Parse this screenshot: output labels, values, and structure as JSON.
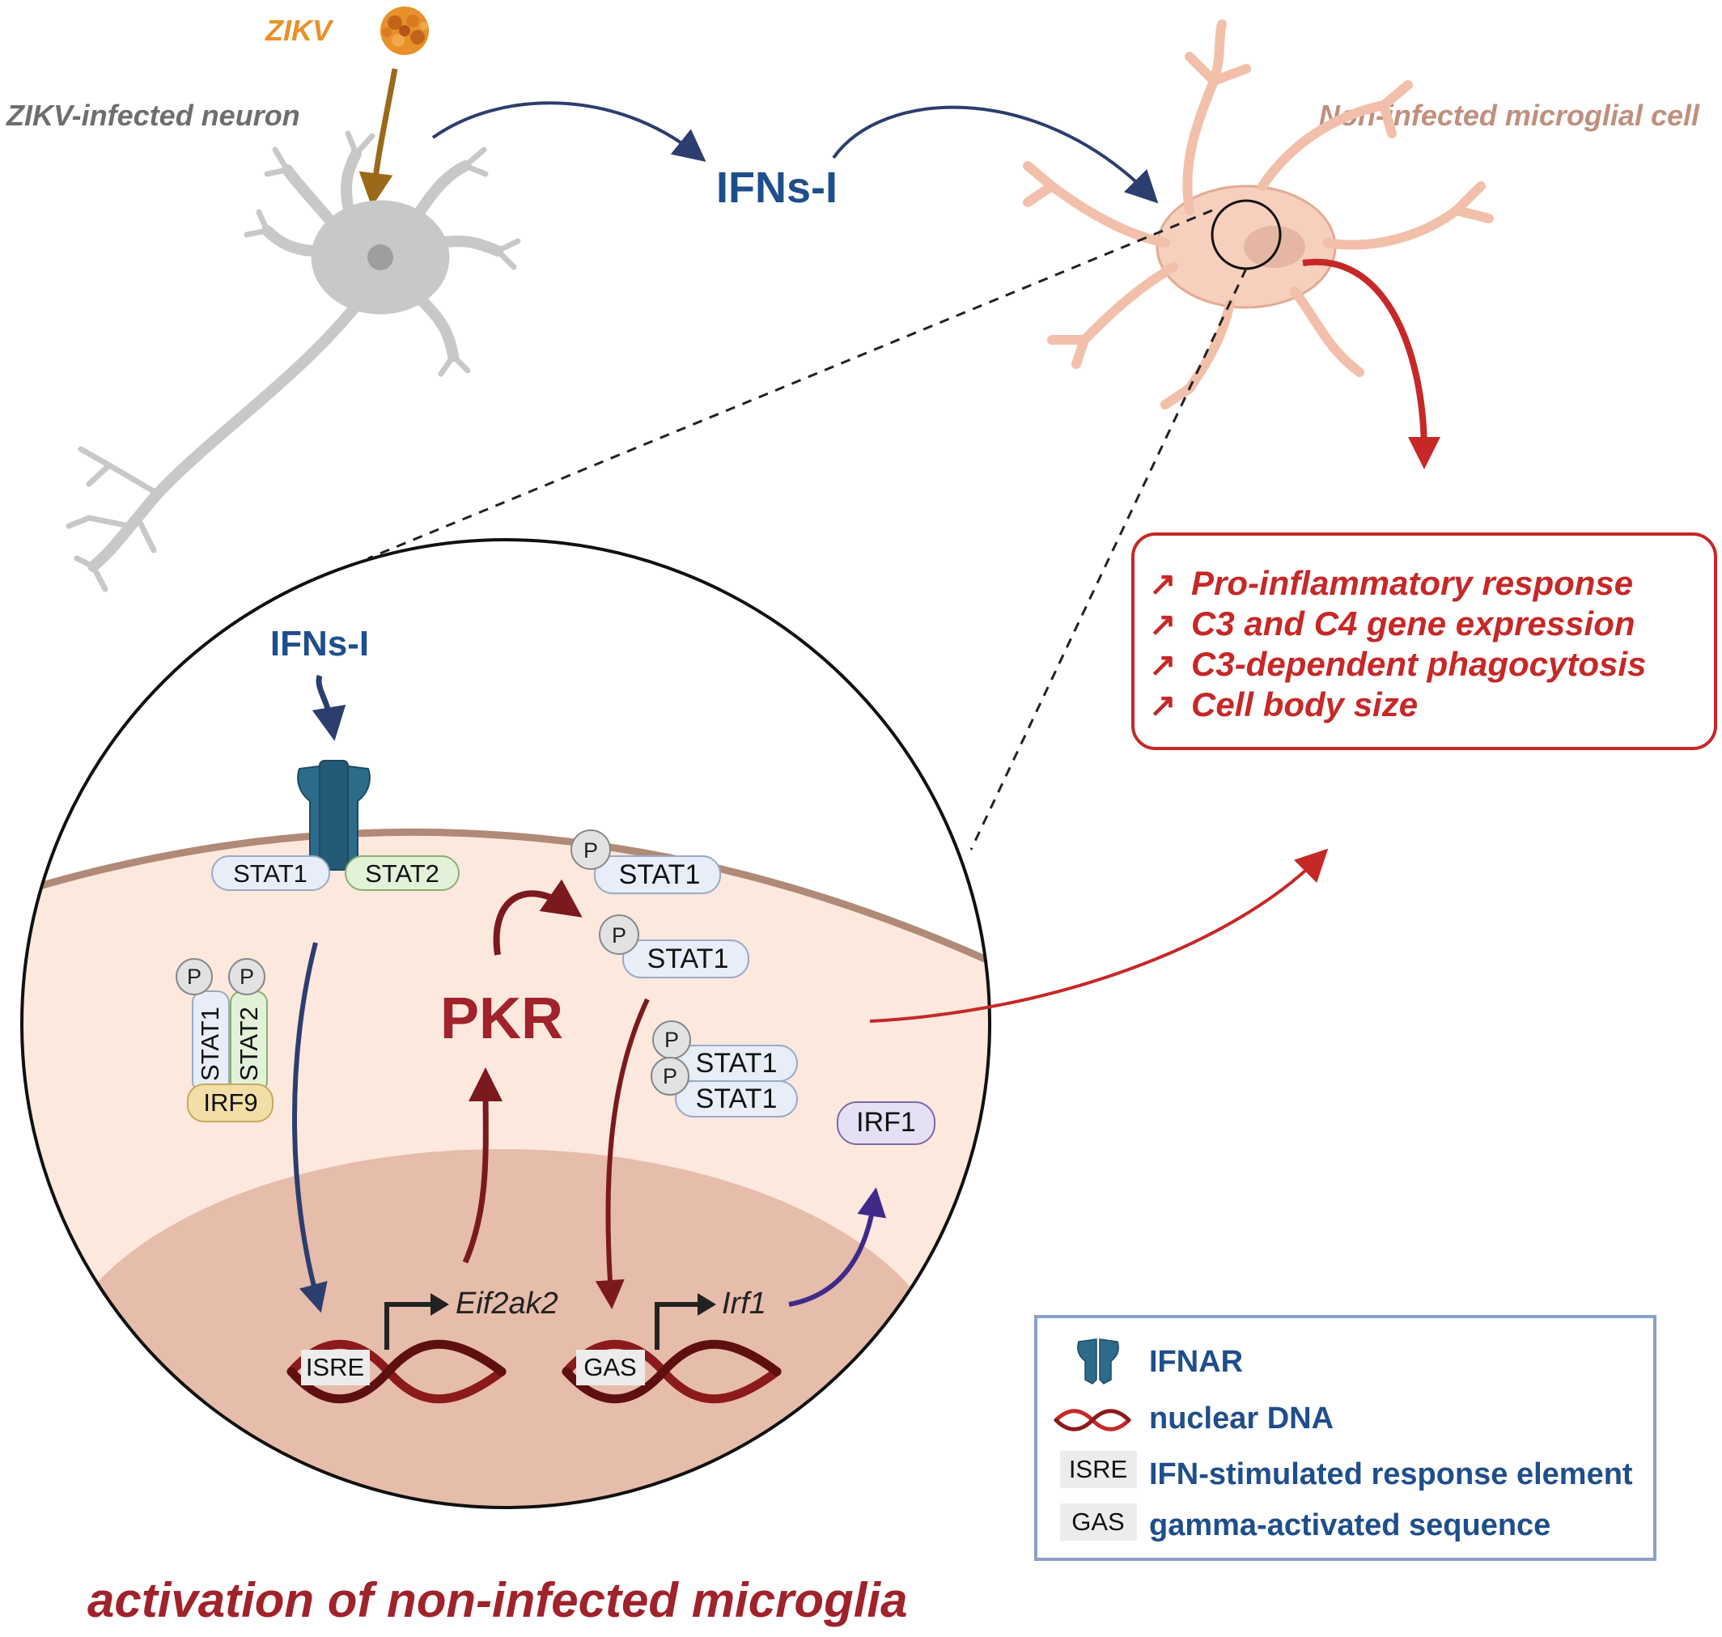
{
  "labels": {
    "zikv": "ZIKV",
    "infected_neuron": "ZIKV-infected neuron",
    "ifns_top": "IFNs-I",
    "microglia": "Non-infected microglial cell",
    "ifns_inset": "IFNs-I",
    "stat1": "STAT1",
    "stat2": "STAT2",
    "p": "P",
    "irf9": "IRF9",
    "pkr": "PKR",
    "irf1": "IRF1",
    "eif2ak2": "Eif2ak2",
    "irf1_gene": "Irf1",
    "isre": "ISRE",
    "gas": "GAS",
    "bottom_title": "activation of non-infected microglia"
  },
  "outcomes": {
    "arrow_glyph": "↗",
    "items": [
      "Pro-inflammatory response",
      "C3 and C4 gene expression",
      "C3-dependent phagocytosis",
      "Cell body size"
    ]
  },
  "legend": {
    "ifnar": "IFNAR",
    "dna": "nuclear DNA",
    "isre_tag": "ISRE",
    "isre_desc": "IFN-stimulated response element",
    "gas_tag": "GAS",
    "gas_desc": "gamma-activated sequence"
  },
  "colors": {
    "virus_orange": "#e8912a",
    "neuron_gray": "#c8c8c8",
    "microglia_peach": "#f7cfbd",
    "microglia_text": "#c08f7e",
    "ifn_blue": "#1f4e8c",
    "arrow_navy": "#2c3e6e",
    "pkr_red": "#a0222a",
    "outcome_red": "#c62828",
    "dna_red": "#8b1a1a",
    "receptor_teal": "#2d6b8a",
    "cytoplasm": "#fde8de",
    "nucleus": "#e6bcaa",
    "membrane": "#b08a76",
    "legend_border": "#8aa0c8"
  }
}
